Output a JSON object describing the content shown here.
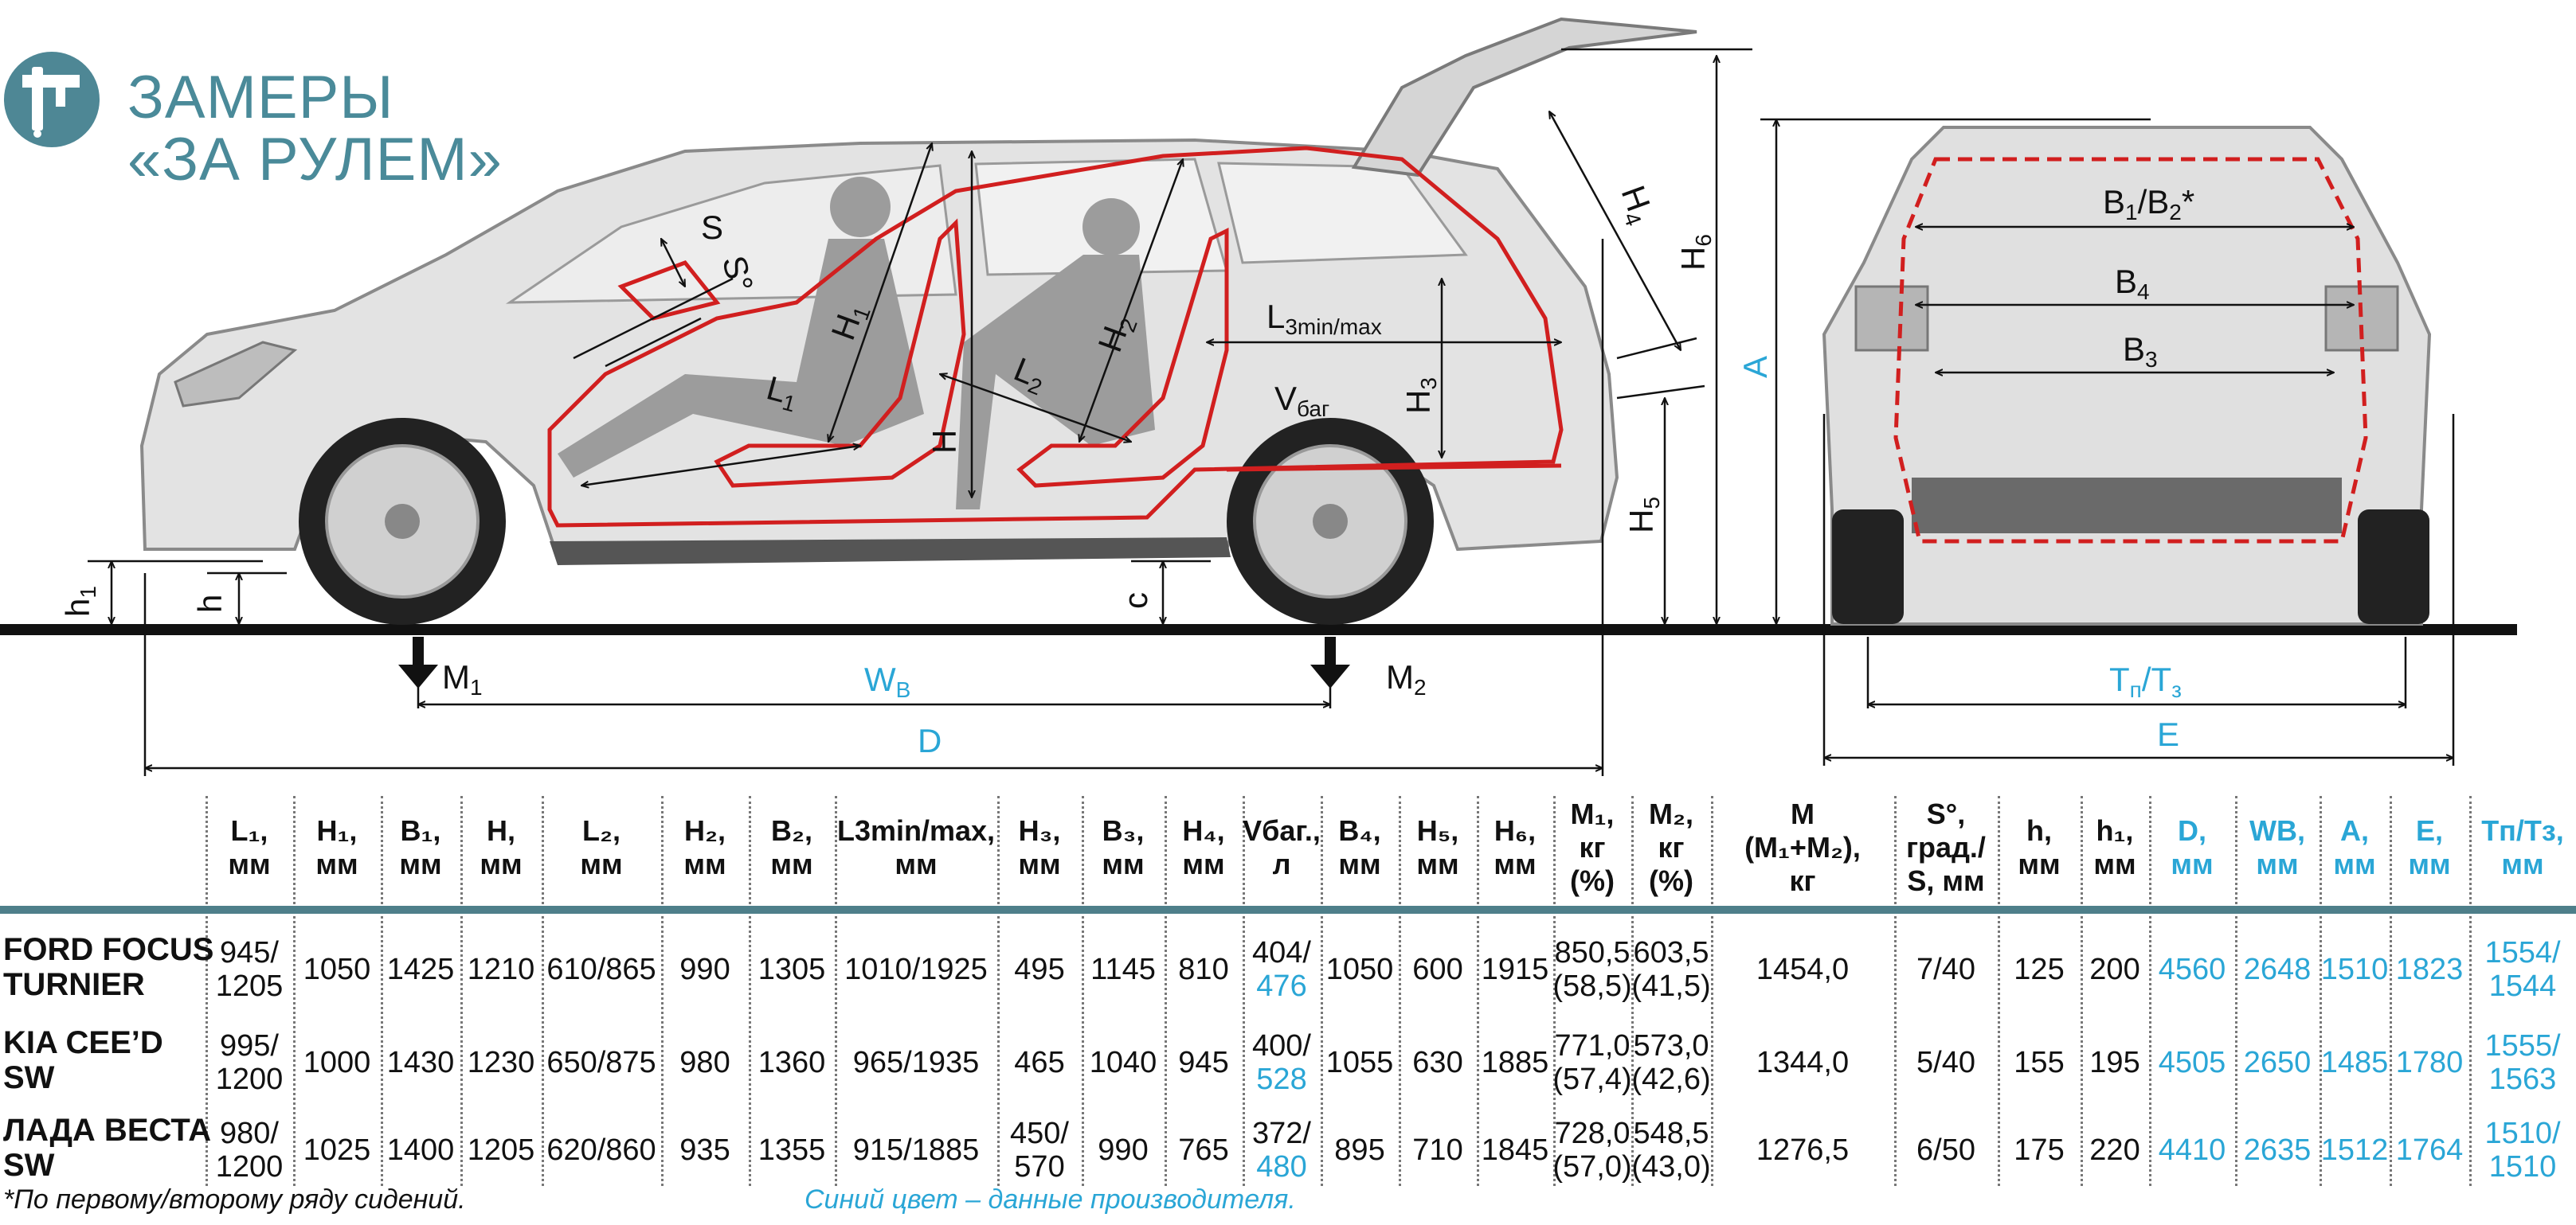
{
  "title": {
    "line1": "ЗАМЕРЫ",
    "line2": "«ЗА РУЛЕМ»"
  },
  "colors": {
    "blue": "#2aa6d6",
    "brand": "#4a8a99",
    "red": "#d11f1f",
    "rule": "#4e7f8a"
  },
  "diagram_labels": {
    "S": "S",
    "S_deg": "S°",
    "H1": "H",
    "H1_sub": "1",
    "L1": "L",
    "L1_sub": "1",
    "H2": "H",
    "H2_sub": "2",
    "L2": "L",
    "L2_sub": "2",
    "L3": "L",
    "L3_sub": "3min/max",
    "V": "V",
    "V_sub": "баг",
    "H3": "H",
    "H3_sub": "3",
    "H": "H",
    "H4": "H",
    "H4_sub": "4",
    "H6": "H",
    "H6_sub": "6",
    "H5": "H",
    "H5_sub": "5",
    "A": "A",
    "h1": "h",
    "h1_sub": "1",
    "h": "h",
    "c": "c",
    "M1": "M",
    "M1_sub": "1",
    "M2": "M",
    "M2_sub": "2",
    "WB": "W",
    "WB_sub": "B",
    "D": "D",
    "B1B2": "B",
    "B1B2_sub1": "1",
    "B1B2_mid": "/B",
    "B1B2_sub2": "2",
    "B1B2_star": "*",
    "B4": "B",
    "B4_sub": "4",
    "B3": "B",
    "B3_sub": "3",
    "TpTz": "T",
    "TpTz_sub1": "п",
    "TpTz_mid": "/T",
    "TpTz_sub2": "з",
    "E": "E"
  },
  "table": {
    "headers": [
      {
        "l1": "L₁,",
        "l2": "мм"
      },
      {
        "l1": "H₁,",
        "l2": "мм"
      },
      {
        "l1": "B₁,",
        "l2": "мм"
      },
      {
        "l1": "H,",
        "l2": "мм"
      },
      {
        "l1": "L₂,",
        "l2": "мм"
      },
      {
        "l1": "H₂,",
        "l2": "мм"
      },
      {
        "l1": "B₂,",
        "l2": "мм"
      },
      {
        "l1": "L3min/max,",
        "l2": "мм"
      },
      {
        "l1": "H₃,",
        "l2": "мм"
      },
      {
        "l1": "B₃,",
        "l2": "мм"
      },
      {
        "l1": "H₄,",
        "l2": "мм"
      },
      {
        "l1": "Vбаг.,",
        "l2": "л"
      },
      {
        "l1": "B₄,",
        "l2": "мм"
      },
      {
        "l1": "H₅,",
        "l2": "мм"
      },
      {
        "l1": "H₆,",
        "l2": "мм"
      },
      {
        "l1": "M₁,",
        "l2": "кг",
        "l3": "(%)"
      },
      {
        "l1": "M₂,",
        "l2": "кг",
        "l3": "(%)"
      },
      {
        "l1": "M",
        "l2": "(M₁+M₂),",
        "l3": "кг"
      },
      {
        "l1": "S°,",
        "l2": "град./",
        "l3": "S, мм"
      },
      {
        "l1": "h,",
        "l2": "мм"
      },
      {
        "l1": "h₁,",
        "l2": "мм"
      },
      {
        "l1": "D,",
        "l2": "мм"
      },
      {
        "l1": "WB,",
        "l2": "мм"
      },
      {
        "l1": "A,",
        "l2": "мм"
      },
      {
        "l1": "E,",
        "l2": "мм"
      },
      {
        "l1": "Tп/Tз,",
        "l2": "мм"
      }
    ],
    "rows": [
      {
        "name1": "FORD FOCUS",
        "name2": "TURNIER",
        "cells": [
          [
            "945/",
            "1205"
          ],
          [
            "1050"
          ],
          [
            "1425"
          ],
          [
            "1210"
          ],
          [
            "610/865"
          ],
          [
            "990"
          ],
          [
            "1305"
          ],
          [
            "1010/1925"
          ],
          [
            "495"
          ],
          [
            "1145"
          ],
          [
            "810"
          ],
          [
            "404/",
            "476"
          ],
          [
            "1050"
          ],
          [
            "600"
          ],
          [
            "1915"
          ],
          [
            "850,5",
            "(58,5)"
          ],
          [
            "603,5",
            "(41,5)"
          ],
          [
            "1454,0"
          ],
          [
            "7/40"
          ],
          [
            "125"
          ],
          [
            "200"
          ],
          [
            "4560"
          ],
          [
            "2648"
          ],
          [
            "1510"
          ],
          [
            "1823"
          ],
          [
            "1554/",
            "1544"
          ]
        ]
      },
      {
        "name1": "KIA CEE’D",
        "name2": "SW",
        "cells": [
          [
            "995/",
            "1200"
          ],
          [
            "1000"
          ],
          [
            "1430"
          ],
          [
            "1230"
          ],
          [
            "650/875"
          ],
          [
            "980"
          ],
          [
            "1360"
          ],
          [
            "965/1935"
          ],
          [
            "465"
          ],
          [
            "1040"
          ],
          [
            "945"
          ],
          [
            "400/",
            "528"
          ],
          [
            "1055"
          ],
          [
            "630"
          ],
          [
            "1885"
          ],
          [
            "771,0",
            "(57,4)"
          ],
          [
            "573,0",
            "(42,6)"
          ],
          [
            "1344,0"
          ],
          [
            "5/40"
          ],
          [
            "155"
          ],
          [
            "195"
          ],
          [
            "4505"
          ],
          [
            "2650"
          ],
          [
            "1485"
          ],
          [
            "1780"
          ],
          [
            "1555/",
            "1563"
          ]
        ]
      },
      {
        "name1": "ЛАДА ВЕСТА",
        "name2": "SW",
        "cells": [
          [
            "980/",
            "1200"
          ],
          [
            "1025"
          ],
          [
            "1400"
          ],
          [
            "1205"
          ],
          [
            "620/860"
          ],
          [
            "935"
          ],
          [
            "1355"
          ],
          [
            "915/1885"
          ],
          [
            "450/",
            "570"
          ],
          [
            "990"
          ],
          [
            "765"
          ],
          [
            "372/",
            "480"
          ],
          [
            "895"
          ],
          [
            "710"
          ],
          [
            "1845"
          ],
          [
            "728,0",
            "(57,0)"
          ],
          [
            "548,5",
            "(43,0)"
          ],
          [
            "1276,5"
          ],
          [
            "6/50"
          ],
          [
            "175"
          ],
          [
            "220"
          ],
          [
            "4410"
          ],
          [
            "2635"
          ],
          [
            "1512"
          ],
          [
            "1764"
          ],
          [
            "1510/",
            "1510"
          ]
        ]
      }
    ]
  },
  "footnotes": {
    "left": "*По первому/второму ряду сидений.",
    "right": "Синий цвет – данные производителя."
  }
}
